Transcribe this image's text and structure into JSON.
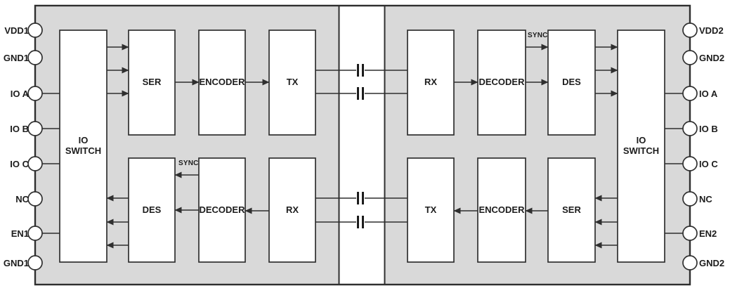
{
  "title": "dual-die-capacitive-isolator-block-diagram",
  "colors": {
    "die_fill": "#d9d9d9",
    "stroke": "#2f2f2f",
    "block_fill": "#ffffff",
    "text": "#1c1c1c"
  },
  "pins": {
    "left": [
      "VDD1",
      "GND1",
      "IO A",
      "IO B",
      "IO C",
      "NC",
      "EN1",
      "GND1"
    ],
    "right": [
      "VDD2",
      "GND2",
      "IO A",
      "IO B",
      "IO C",
      "NC",
      "EN2",
      "GND2"
    ]
  },
  "left_die": {
    "io_switch": "IO SWITCH",
    "ser": "SER",
    "encoder": "ENCODER",
    "tx": "TX",
    "des": "DES",
    "decoder": "DECODER",
    "rx": "RX",
    "sync": "SYNC"
  },
  "right_die": {
    "rx": "RX",
    "decoder": "DECODER",
    "des": "DES",
    "io_switch": "IO SWITCH",
    "tx": "TX",
    "encoder": "ENCODER",
    "ser": "SER",
    "sync": "SYNC"
  }
}
